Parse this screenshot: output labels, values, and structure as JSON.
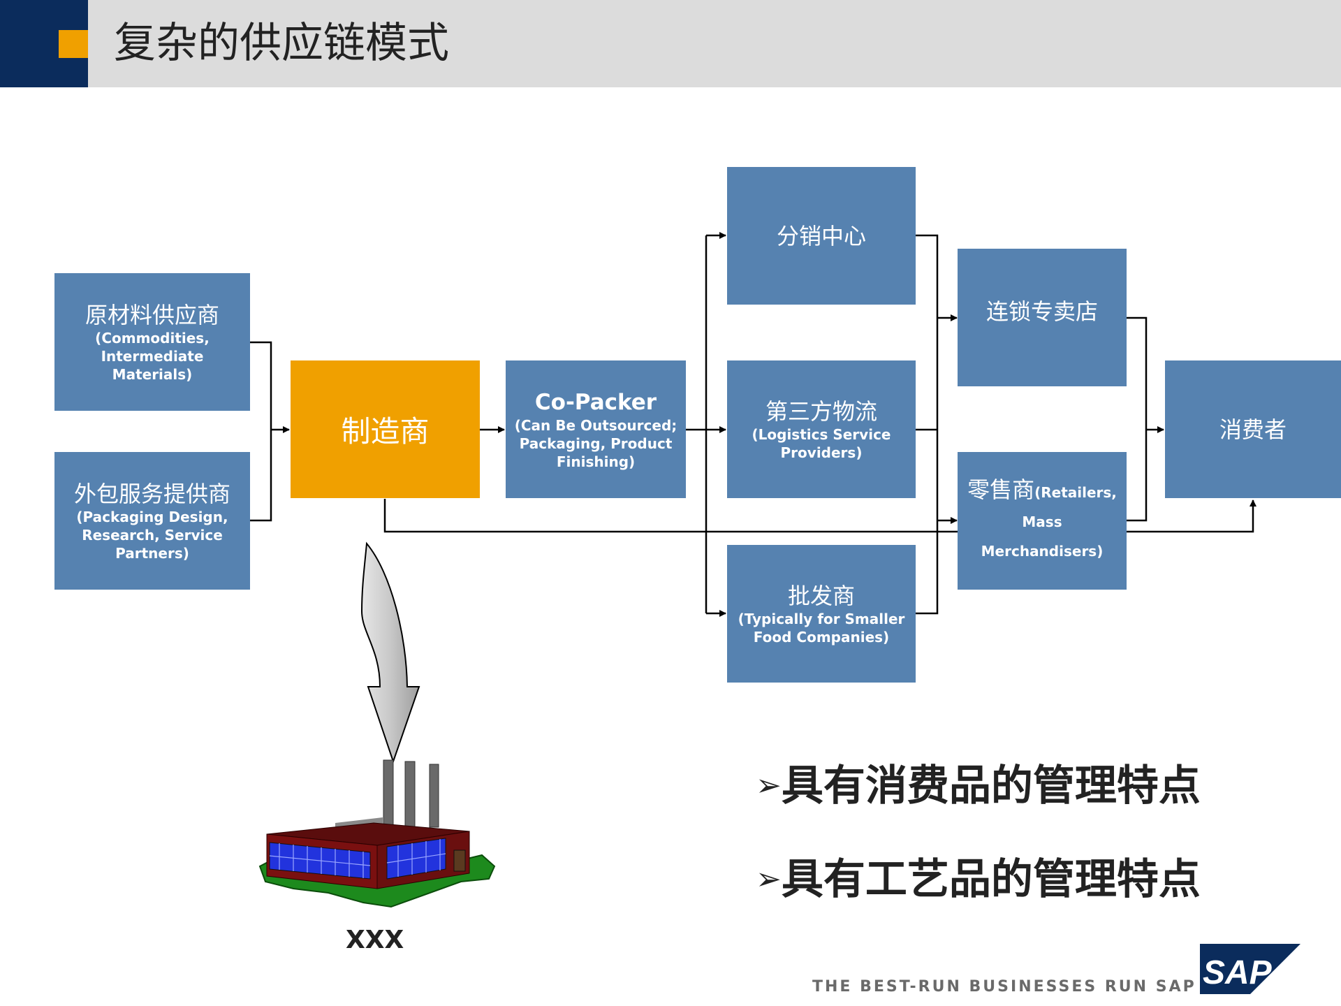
{
  "header": {
    "title": "复杂的供应链模式"
  },
  "boxes": {
    "raw_supplier": {
      "zh": "原材料供应商",
      "en": "(Commodities, Intermediate Materials)"
    },
    "outsourcing": {
      "zh": "外包服务提供商",
      "en": "(Packaging Design, Research, Service Partners)"
    },
    "manufacturer": {
      "zh": "制造商"
    },
    "copacker": {
      "title": "Co-Packer",
      "en": "(Can Be Outsourced; Packaging, Product Finishing)"
    },
    "distribution": {
      "zh": "分销中心"
    },
    "third_party": {
      "zh": "第三方物流",
      "en": "(Logistics Service Providers)"
    },
    "wholesaler": {
      "zh": "批发商",
      "en": "(Typically for Smaller Food Companies)"
    },
    "chain_store": {
      "zh": "连锁专卖店"
    },
    "retailer": {
      "zh": "零售商",
      "en": "(Retailers, Mass Merchandisers)"
    },
    "consumer": {
      "zh": "消费者"
    }
  },
  "bullets": [
    {
      "mark": "➢",
      "text": "具有消费品的管理特点"
    },
    {
      "mark": "➢",
      "text": "具有工艺品的管理特点"
    }
  ],
  "factory": {
    "label": "XXX"
  },
  "footer": {
    "tagline": "THE BEST-RUN BUSINESSES RUN SAP",
    "logo": "SAP"
  },
  "colors": {
    "box": "#5682b0",
    "manufacturer": "#f0a000",
    "navy": "#0b2c5c"
  }
}
